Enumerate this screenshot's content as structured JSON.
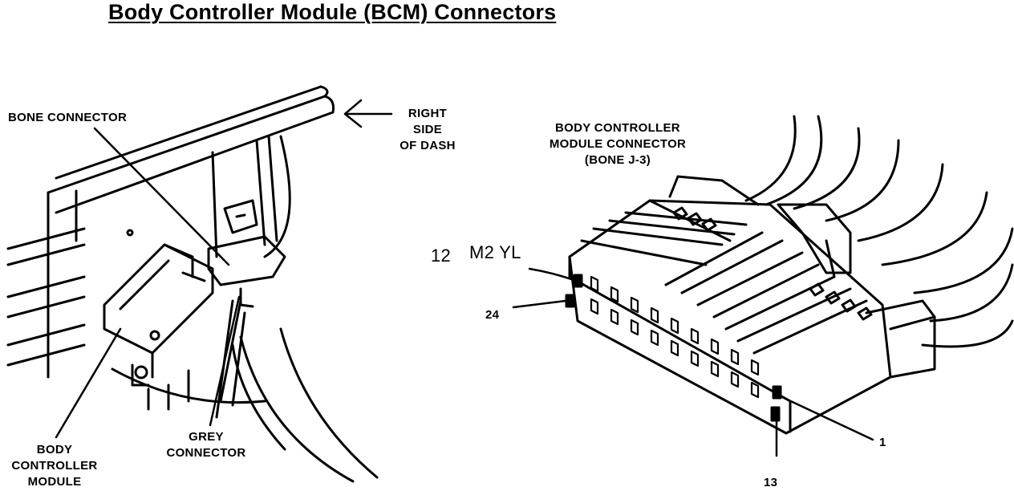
{
  "title": "Body Controller Module (BCM) Connectors",
  "labels": {
    "bone_connector": "BONE CONNECTOR",
    "right_side_line1": "RIGHT",
    "right_side_line2": "SIDE",
    "right_side_line3": "OF DASH",
    "bcm_connector_line1": "BODY CONTROLLER",
    "bcm_connector_line2": "MODULE CONNECTOR",
    "bcm_connector_line3": "(BONE J-3)",
    "pin_12": "12",
    "wire_m2yl": "M2 YL",
    "pin_24": "24",
    "pin_1": "1",
    "pin_13": "13",
    "body_controller_line1": "BODY",
    "body_controller_line2": "CONTROLLER",
    "body_controller_line3": "MODULE",
    "grey_line1": "GREY",
    "grey_line2": "CONNECTOR"
  }
}
